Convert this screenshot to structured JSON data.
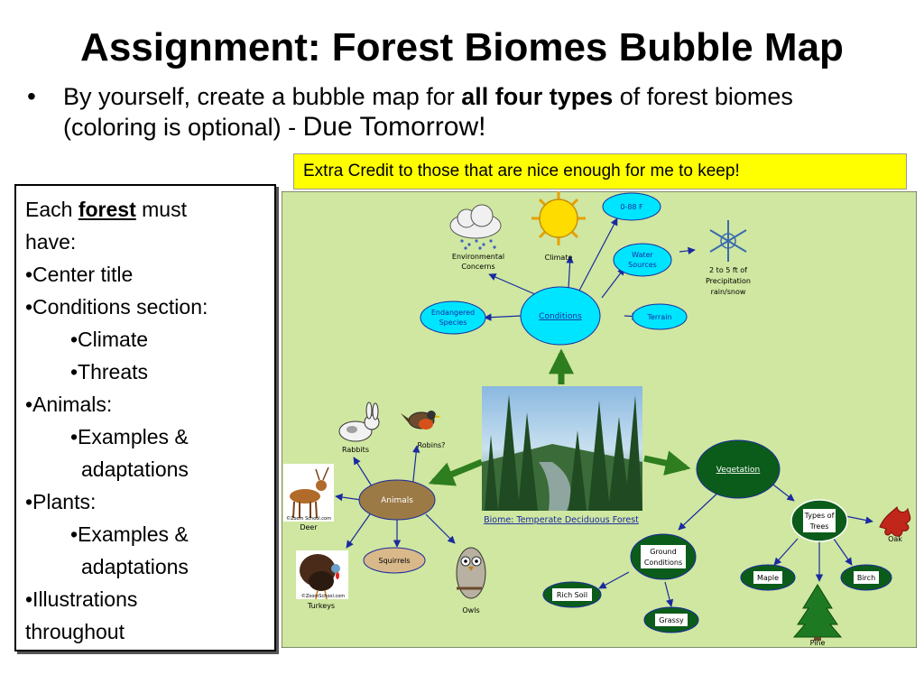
{
  "slide": {
    "title": "Assignment: Forest Biomes Bubble Map",
    "bullet_symbol": "•",
    "instruction": {
      "part1": "By yourself, create a bubble map for ",
      "bold": "all four types",
      "part2": " of forest biomes (coloring is optional) - ",
      "due": "Due Tomorrow",
      "end": "!"
    },
    "extra_credit": "Extra Credit to those that are nice enough for me to keep!"
  },
  "requirements": {
    "intro_pre": "Each ",
    "intro_bold": "forest",
    "intro_post": " must",
    "intro_line2": "have:",
    "item1": "•Center title",
    "item2": "•Conditions section:",
    "item2a": "•Climate",
    "item2b": "•Threats",
    "item3": "•Animals:",
    "item3a": "•Examples &",
    "item3a_cont": "adaptations",
    "item4": "•Plants:",
    "item4a": "•Examples &",
    "item4a_cont": "adaptations",
    "item5": "•Illustrations",
    "item5_cont": "throughout"
  },
  "bubble_map": {
    "background_color": "#cfe7a0",
    "center_caption": "Biome: Temperate Deciduous Forest",
    "conditions": {
      "label": "Conditions",
      "temp": "0-88 F",
      "water_line1": "Water",
      "water_line2": "Sources",
      "terrain": "Terrain",
      "endangered_line1": "Endangered",
      "endangered_line2": "Species",
      "climate": "Climate",
      "env_line1": "Environmental",
      "env_line2": "Concerns",
      "precip_line1": "2 to 5 ft of",
      "precip_line2": "Precipitation",
      "precip_line3": "rain/snow"
    },
    "animals": {
      "label": "Animals",
      "squirrels": "Squirrels",
      "rabbits": "Rabbits",
      "robins": "Robins?",
      "deer": "Deer",
      "turkeys": "Turkeys",
      "owls": "Owls"
    },
    "vegetation": {
      "label": "Vegetation",
      "trees_line1": "Types of",
      "trees_line2": "Trees",
      "ground_line1": "Ground",
      "ground_line2": "Conditions",
      "rich_soil": "Rich Soil",
      "grassy": "Grassy",
      "maple": "Maple",
      "birch": "Birch",
      "oak": "Oak",
      "pine": "Pine"
    },
    "credit_deer": "©Zoom School.com",
    "credit_turkey": "©ZoomSchool.com"
  },
  "colors": {
    "yellow": "#ffff00",
    "cyan_bubble": "#00e5ff",
    "brown_bubble": "#9b7a45",
    "green_bubble": "#0b5c1a",
    "map_green": "#cfe7a0"
  }
}
